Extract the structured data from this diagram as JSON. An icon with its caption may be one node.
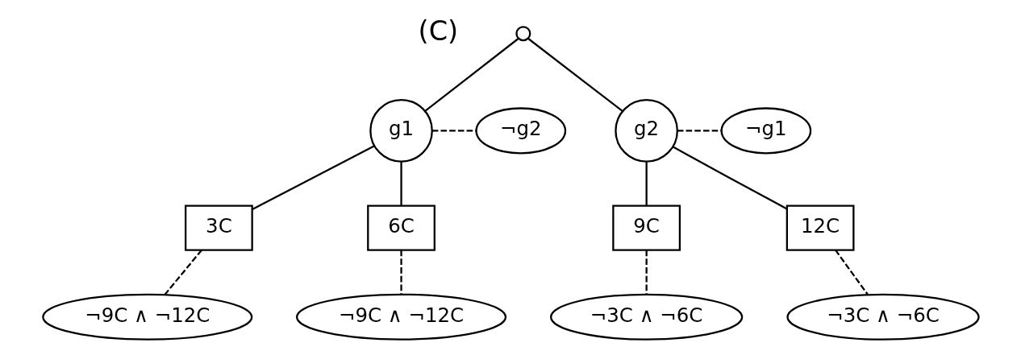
{
  "diagram": {
    "nodes": [
      {
        "text": [],
        "shape": "circle"
      },
      {
        "text": [
          "g1"
        ]
      },
      {
        "text": [
          "g2"
        ]
      },
      {
        "text": [
          "¬g2"
        ]
      },
      {
        "text": [
          "¬g1"
        ]
      },
      {
        "text": [
          "3C"
        ]
      },
      {
        "text": [
          "6C"
        ]
      },
      {
        "text": [
          "9C"
        ]
      },
      {
        "text": [
          "12C"
        ]
      },
      {
        "text": [
          "¬9C ∧ ¬12C"
        ]
      },
      {
        "text": [
          "¬9C ∧ ¬12C"
        ]
      },
      {
        "text": [
          "¬3C ∧ ¬6C"
        ]
      },
      {
        "text": [
          "¬3C ∧ ¬6C"
        ]
      }
    ],
    "edges": [
      {
        "from": 0,
        "to": 1,
        "arrow": "none"
      },
      {
        "from": 0,
        "to": 2,
        "arrow": "none"
      },
      {
        "from": 1,
        "to": 3,
        "arrow": "none",
        "style": "dashed"
      },
      {
        "from": 2,
        "to": 4,
        "arrow": "none",
        "style": "dashed"
      },
      {
        "from": 1,
        "to": 5,
        "arrow": "none"
      },
      {
        "from": 1,
        "to": 6,
        "arrow": "none"
      },
      {
        "from": 2,
        "to": 7,
        "arrow": "none"
      },
      {
        "from": 2,
        "to": 8,
        "arrow": "none"
      },
      {
        "from": 5,
        "to": 9,
        "arrow": "none",
        "style": "dashed"
      },
      {
        "from": 6,
        "to": 10,
        "arrow": "none",
        "style": "dashed"
      },
      {
        "from": 7,
        "to": 11,
        "arrow": "none",
        "style": "dashed"
      },
      {
        "from": 8,
        "to": 12,
        "arrow": "none",
        "style": "dashed"
      }
    ],
    "labels": [
      "(C)"
    ]
  }
}
